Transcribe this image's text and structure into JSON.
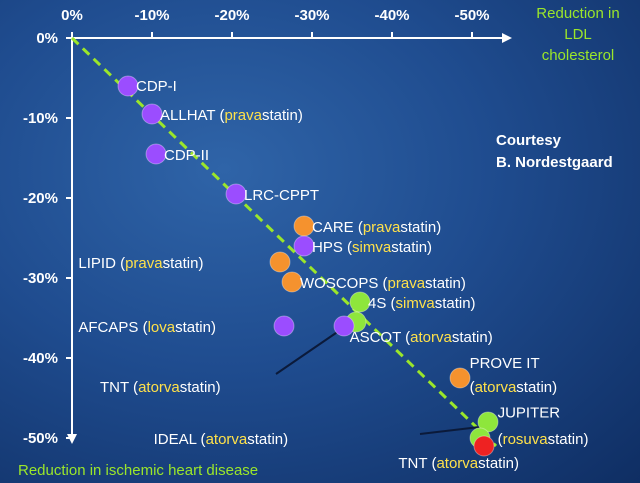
{
  "chart_data": {
    "type": "scatter",
    "xlabel_lines": [
      "Reduction in",
      "LDL",
      "cholesterol"
    ],
    "ylabel": "Reduction in ischemic heart disease",
    "x_ticks": [
      "0%",
      "-10%",
      "-20%",
      "-30%",
      "-40%",
      "-50%"
    ],
    "y_ticks": [
      "0%",
      "-10%",
      "-20%",
      "-30%",
      "-40%",
      "-50%"
    ],
    "xlim": [
      0,
      -55
    ],
    "ylim": [
      0,
      -50
    ],
    "courtesy_lines": [
      "Courtesy",
      "B. Nordestgaard"
    ],
    "trend_line": {
      "from": [
        0,
        0
      ],
      "to": [
        -53,
        -51
      ]
    },
    "colors": {
      "diet": "#9b4dff",
      "statin_early": "#f5922e",
      "statin_late": "#8ee63c",
      "rosuva_late": "#ee2222",
      "trend": "#9be62a"
    },
    "points": [
      {
        "x": -7,
        "y": -6,
        "group": "diet"
      },
      {
        "x": -10,
        "y": -9.5,
        "group": "diet"
      },
      {
        "x": -10.5,
        "y": -14.5,
        "group": "diet"
      },
      {
        "x": -20.5,
        "y": -19.5,
        "group": "diet"
      },
      {
        "x": -29,
        "y": -23.5,
        "group": "statin_early"
      },
      {
        "x": -29,
        "y": -26,
        "group": "diet"
      },
      {
        "x": -26,
        "y": -28,
        "group": "statin_early"
      },
      {
        "x": -27.5,
        "y": -30.5,
        "group": "statin_early"
      },
      {
        "x": -36,
        "y": -33,
        "group": "statin_late"
      },
      {
        "x": -35.5,
        "y": -35.5,
        "group": "statin_late"
      },
      {
        "x": -26.5,
        "y": -36,
        "group": "diet"
      },
      {
        "x": -34,
        "y": -36,
        "group": "diet"
      },
      {
        "x": -48.5,
        "y": -42.5,
        "group": "statin_early"
      },
      {
        "x": -52,
        "y": -48,
        "group": "statin_late"
      },
      {
        "x": -51,
        "y": -50,
        "group": "statin_late"
      },
      {
        "x": -51.5,
        "y": -51,
        "group": "rosuva_late"
      }
    ],
    "labels": [
      {
        "parts": [
          "CDP-I"
        ],
        "x": -8,
        "y": -6
      },
      {
        "parts": [
          "ALLHAT (",
          "prava",
          "statin)"
        ],
        "x": -11,
        "y": -9.6
      },
      {
        "parts": [
          "CDP-II"
        ],
        "x": -11.5,
        "y": -14.6
      },
      {
        "parts": [
          "LRC-CPPT"
        ],
        "x": -21.5,
        "y": -19.6
      },
      {
        "parts": [
          "CARE (",
          "prava",
          "statin)"
        ],
        "x": -30,
        "y": -23.6
      },
      {
        "parts": [
          "HPS (",
          "simva",
          "statin)"
        ],
        "x": -30,
        "y": -26.1
      },
      {
        "parts": [
          "LIPID (",
          "prava",
          "statin)"
        ],
        "x": -0.8,
        "y": -28.1
      },
      {
        "parts": [
          "WOSCOPS (",
          "prava",
          "statin)"
        ],
        "x": -28.5,
        "y": -30.6
      },
      {
        "parts": [
          "4S (",
          "simva",
          "statin)"
        ],
        "x": -37,
        "y": -33.1
      },
      {
        "parts": [
          "AFCAPS (",
          "lova",
          "statin)"
        ],
        "x": -0.8,
        "y": -36.1
      },
      {
        "parts": [
          "ASCOT (",
          "atorva",
          "statin)"
        ],
        "x": -34.7,
        "y": -37.4
      },
      {
        "parts": [
          "PROVE IT"
        ],
        "x": -49.7,
        "y": -40.6
      },
      {
        "parts": [
          "(",
          "atorva",
          "statin)"
        ],
        "x": -49.7,
        "y": -43.6
      },
      {
        "parts": [
          "TNT (",
          "atorva",
          "statin)"
        ],
        "x": -3.5,
        "y": -43.6
      },
      {
        "parts": [
          "JUPITER"
        ],
        "x": -53.2,
        "y": -46.8
      },
      {
        "parts": [
          "(",
          "rosuva",
          "statin)"
        ],
        "x": -53.2,
        "y": -50.1
      },
      {
        "parts": [
          "IDEAL (",
          "atorva",
          "statin)"
        ],
        "x": -10.2,
        "y": -50.1
      },
      {
        "parts": [
          "TNT (",
          "atorva",
          "statin)"
        ],
        "x": -40.8,
        "y": -53.1
      }
    ],
    "pointer_lines": [
      {
        "from": [
          -25.5,
          -42
        ],
        "to": [
          -35,
          -35.5
        ]
      },
      {
        "from": [
          -43.5,
          -49.5
        ],
        "to": [
          -52,
          -48.5
        ]
      }
    ]
  }
}
